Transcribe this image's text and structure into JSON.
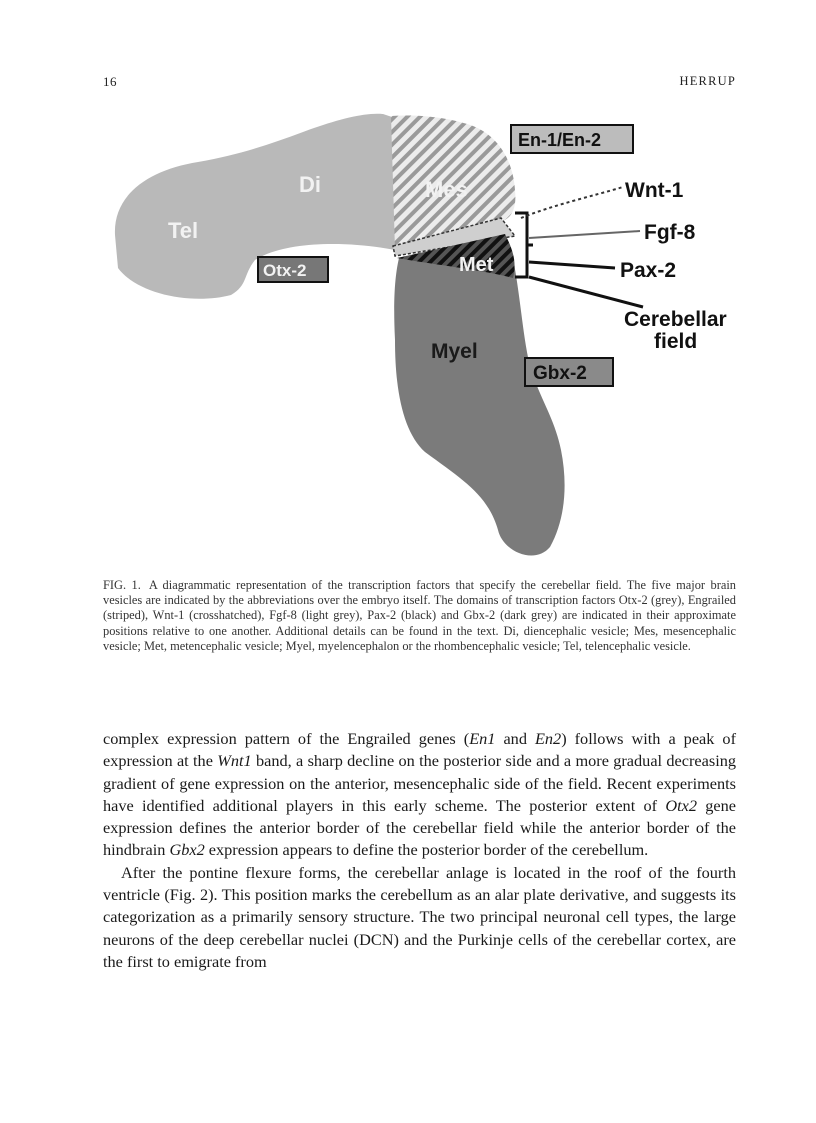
{
  "header": {
    "page_number": "16",
    "running_head": "HERRUP"
  },
  "figure": {
    "vesicles": {
      "tel": "Tel",
      "di": "Di",
      "mes": "Mes",
      "met": "Met",
      "myel": "Myel"
    },
    "gene_boxes": {
      "en": "En-1/En-2",
      "otx": "Otx-2",
      "gbx": "Gbx-2"
    },
    "gene_labels": {
      "wnt": "Wnt-1",
      "fgf": "Fgf-8",
      "pax": "Pax-2",
      "cerebellar_line1": "Cerebellar",
      "cerebellar_line2": "field"
    },
    "colors": {
      "light_grey": "#b9b9b9",
      "dark_grey": "#7b7b7b",
      "black": "#1e1e1e"
    }
  },
  "caption": {
    "label": "FIG. 1.",
    "text": "A diagrammatic representation of the transcription factors that specify the cerebellar field. The five major brain vesicles are indicated by the abbreviations over the embryo itself. The domains of transcription factors Otx-2 (grey), Engrailed (striped), Wnt-1 (crosshatched), Fgf-8 (light grey), Pax-2 (black) and Gbx-2 (dark grey) are indicated in their approximate positions relative to one another. Additional details can be found in the text. Di, diencephalic vesicle; Mes, mesencephalic vesicle; Met, metencephalic vesicle; Myel, myelencephalon or the rhombencephalic vesicle; Tel, telencephalic vesicle."
  },
  "body": {
    "p1": {
      "t1": "complex expression pattern of the Engrailed genes (",
      "g1": "En1",
      "t2": " and ",
      "g2": "En2",
      "t3": ") follows with a peak of expression at the ",
      "g3": "Wnt1",
      "t4": " band, a sharp decline on the posterior side and a more gradual decreasing gradient of gene expression on the anterior, mesencephalic side of the field. Recent experiments have identified additional players in this early scheme. The posterior extent of ",
      "g4": "Otx2",
      "t5": " gene expression defines the anterior border of the cerebellar field while the anterior border of the hindbrain ",
      "g5": "Gbx2",
      "t6": " expression appears to define the posterior border of the cerebellum."
    },
    "p2": "After the pontine flexure forms, the cerebellar anlage is located in the roof of the fourth ventricle (Fig. 2). This position marks the cerebellum as an alar plate derivative, and suggests its categorization as a primarily sensory structure. The two principal neuronal cell types, the large neurons of the deep cerebellar nuclei (DCN) and the Purkinje cells of the cerebellar cortex, are the first to emigrate from"
  }
}
